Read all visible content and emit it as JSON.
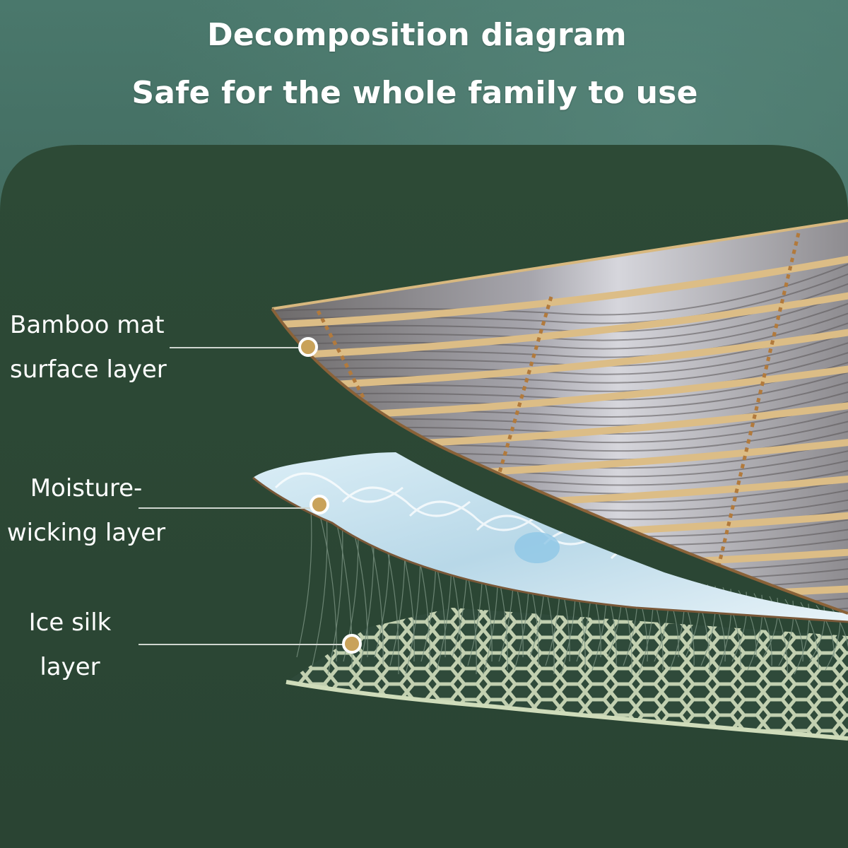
{
  "title": {
    "line1": "Decomposition diagram",
    "line2": "Safe for the whole family to use"
  },
  "layers": [
    {
      "line1": "Bamboo mat",
      "line2": "surface layer"
    },
    {
      "line1": "Moisture-",
      "line2": "wicking layer"
    },
    {
      "line1": "Ice silk",
      "line2": "layer"
    }
  ],
  "colors": {
    "background_top": "#3f6a5e",
    "panel": "#2e4a37",
    "bamboo": "#d9b77e",
    "moisture_layer": "#cfe4ef",
    "ice_silk": "#c9d8b9",
    "marker": "#c9a25a"
  }
}
